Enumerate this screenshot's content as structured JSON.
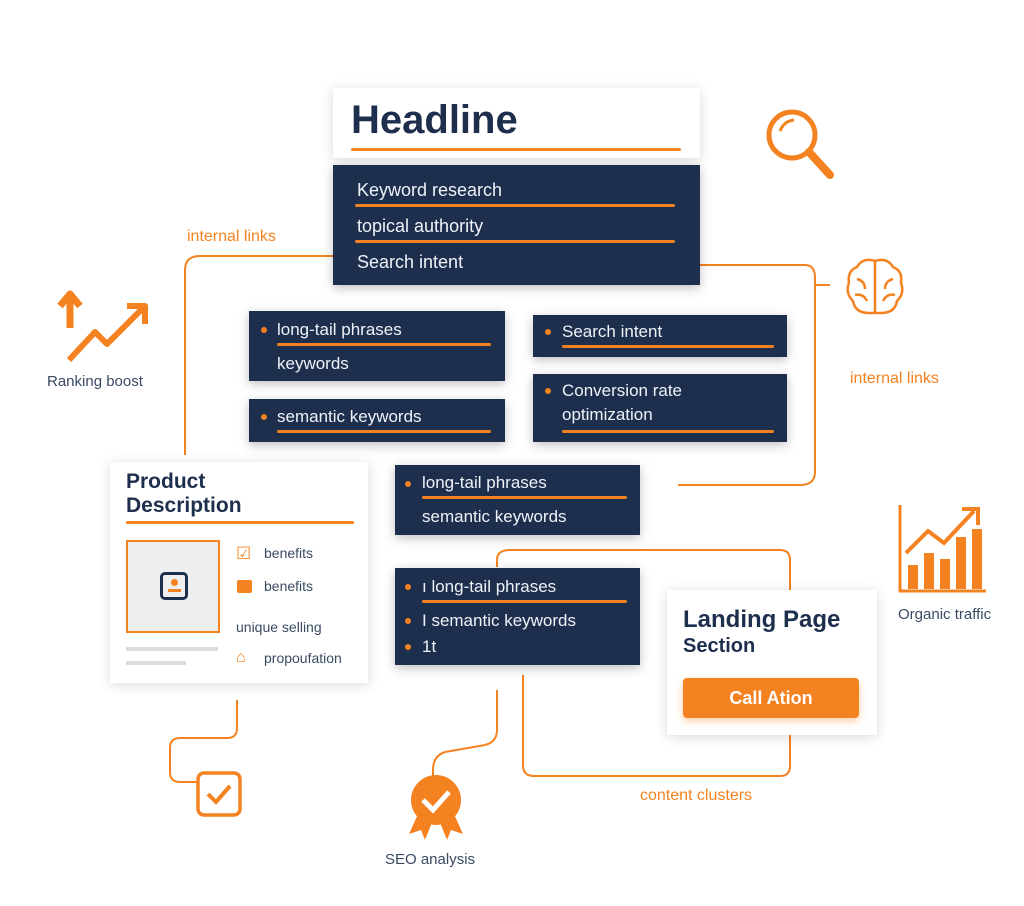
{
  "headline": {
    "title": "Headline",
    "items": [
      "Keyword research",
      "topical authority",
      "Search intent"
    ]
  },
  "labels": {
    "internal_links_left": "internal links",
    "internal_links_right": "internal links",
    "ranking_boost": "Ranking boost",
    "organic_traffic": "Organic traffic",
    "content_clusters": "content clusters",
    "seo_analysis": "SEO analysis"
  },
  "box_a": {
    "line1": "long-tail phrases",
    "line2": "keywords"
  },
  "box_b": {
    "line1": "semantic keywords"
  },
  "box_c": {
    "line1": "Search intent"
  },
  "box_d": {
    "line1": "Conversion rate",
    "line2": "optimization"
  },
  "box_e": {
    "line1": "long-tail phrases",
    "line2": "semantic keywords"
  },
  "box_f": {
    "line1": "ı long-tail phrases",
    "line2": "I semantic keywords",
    "line3": "1t"
  },
  "product": {
    "title1": "Product",
    "title2": "Description",
    "items": [
      "benefits",
      "benefits",
      "unique selling",
      "propoufation"
    ]
  },
  "landing": {
    "title1": "Landing Page",
    "title2": "Section",
    "button": "Call Ation"
  },
  "colors": {
    "navy": "#1e2f4d",
    "orange": "#f58220"
  }
}
